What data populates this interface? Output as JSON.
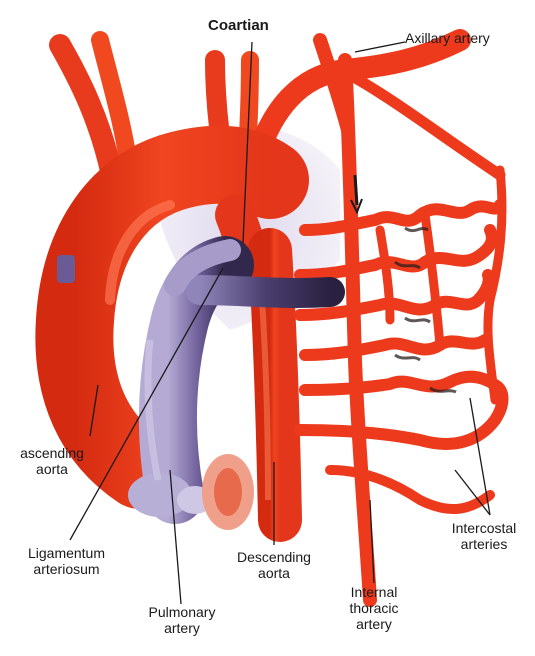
{
  "colors": {
    "artery": "#ee3a1c",
    "artery_dark": "#c8250f",
    "artery_highlight": "#ff8a5c",
    "pulmonary": "#6a5a95",
    "pulmonary_dark": "#2d2440",
    "pulmonary_light": "#b9b0d6",
    "background_tint": "#e6e1ef",
    "leader_line": "#1a1a1a"
  },
  "labels": {
    "coartian": "Coartian",
    "axillary_artery": "Axillary artery",
    "ascending_aorta": [
      "ascending",
      "aorta"
    ],
    "ligamentum_arteriosum": [
      "Ligamentum",
      "arteriosum"
    ],
    "pulmonary_artery": [
      "Pulmonary",
      "artery"
    ],
    "descending_aorta": [
      "Descending",
      "aorta"
    ],
    "internal_thoracic_artery": [
      "Internal",
      "thoracic",
      "artery"
    ],
    "intercostal_arteries": [
      "Intercostal",
      "arteries"
    ]
  }
}
